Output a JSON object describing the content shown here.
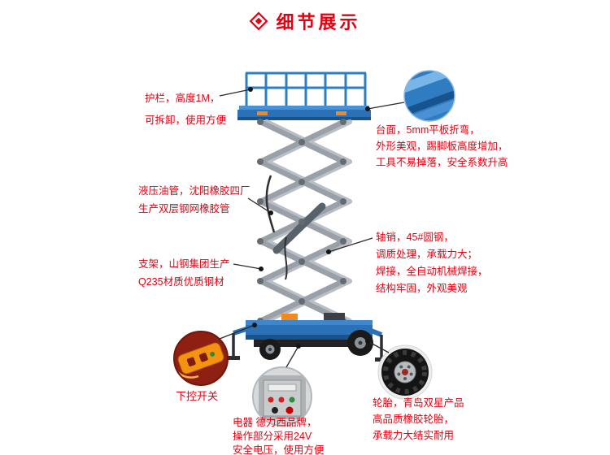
{
  "header": {
    "title": "细节展示",
    "icon": "diamond-icon"
  },
  "colors": {
    "accent_red": "#e60012",
    "machine_blue": "#2a71b8",
    "scissor_gray": "#99a0a7",
    "remote_orange": "#f5920f"
  },
  "callouts": {
    "guardrail": "护栏，高度1M，\n可拆卸，使用方便",
    "platform": "台面，5mm平板折弯，\n外形美观，踢脚板高度增加，\n工具不易掉落，安全系数升高",
    "hose": "液压油管，沈阳橡胶四厂\n生产双层钢网橡胶管",
    "bracket": "支架，山钢集团生产\nQ235材质优质钢材",
    "pin": "轴销，45#圆钢，\n调质处理，承载力大；\n焊接，全自动机械焊接，\n结构牢固，外观美观",
    "remote": "下控开关",
    "electric": "电器 德力西品牌，\n操作部分采用24V\n安全电压，使用方便",
    "tire": "轮胎，青岛双星产品\n高品质橡胶轮胎，\n承载力大结实耐用"
  },
  "insets": {
    "platform_photo": "platform-edge-photo",
    "remote_photo": "remote-control-photo",
    "electric_photo": "electric-control-box-photo",
    "tire_photo": "tire-photo"
  }
}
